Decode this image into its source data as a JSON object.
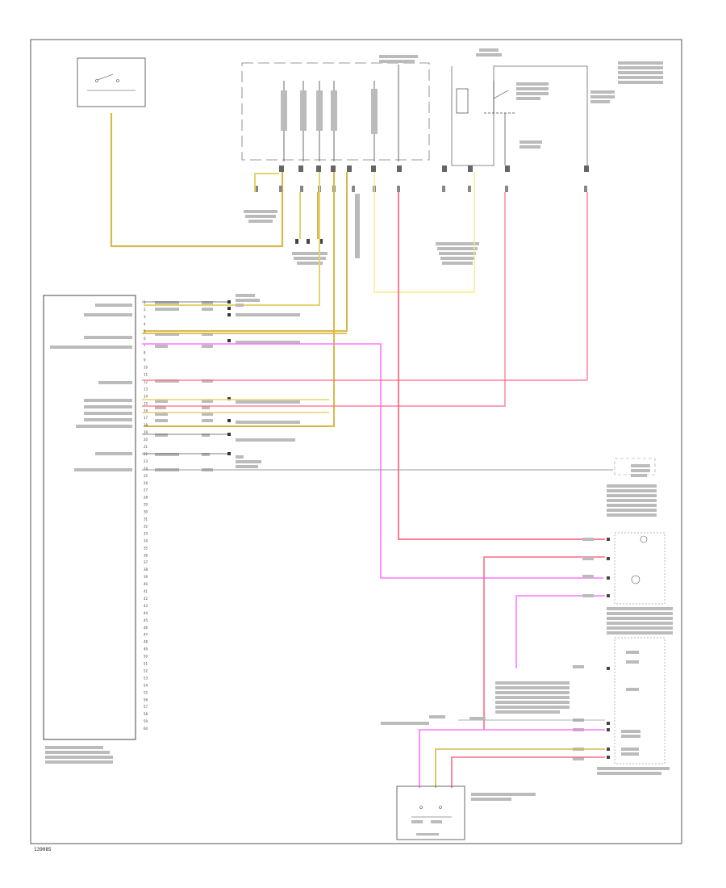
{
  "diagram": {
    "page_code": "139085"
  },
  "colors": {
    "yellow": "#e8d26a",
    "yellow_dark": "#c9a93a",
    "pink": "#ff77ff",
    "red": "#ff6a86",
    "grey": "#999999",
    "black": "#333333"
  },
  "tcm_pins": [
    "1",
    "2",
    "3",
    "4",
    "5",
    "6",
    "7",
    "8",
    "9",
    "10",
    "11",
    "12",
    "13",
    "14",
    "15",
    "16",
    "17",
    "18",
    "19",
    "20",
    "21",
    "22",
    "23",
    "24",
    "25",
    "26",
    "27",
    "28",
    "29",
    "30",
    "31",
    "32",
    "33",
    "34",
    "35",
    "36",
    "37",
    "38",
    "39",
    "40",
    "41",
    "42",
    "43",
    "44",
    "45",
    "46",
    "47",
    "48",
    "49",
    "50",
    "51",
    "52",
    "53",
    "54",
    "55",
    "56",
    "57",
    "58",
    "59",
    "60"
  ]
}
